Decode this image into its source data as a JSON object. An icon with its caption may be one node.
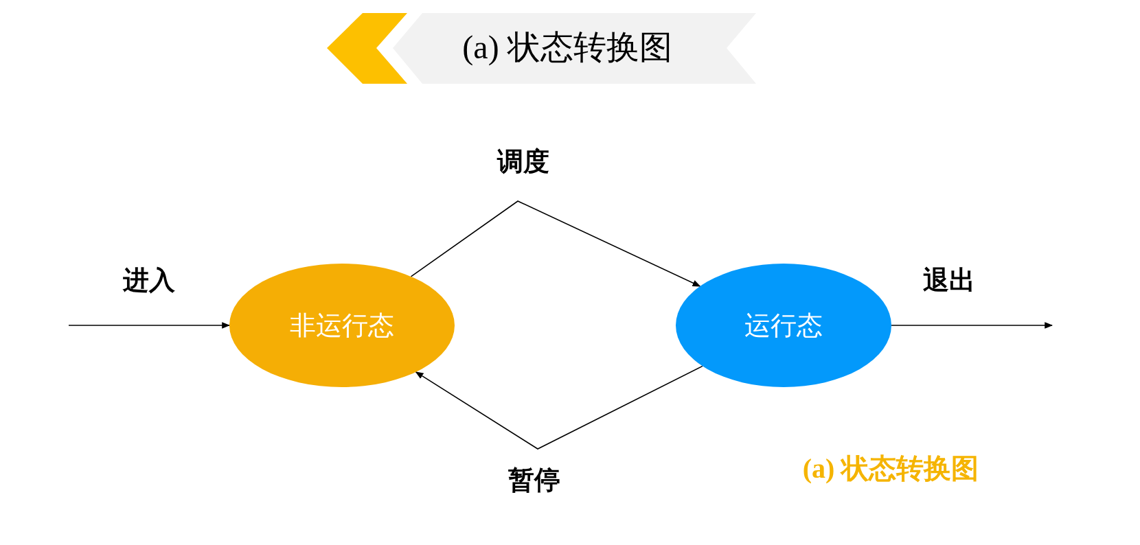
{
  "diagram": {
    "title": "(a) 状态转换图",
    "caption": "(a) 状态转换图",
    "nodes": [
      {
        "text": [
          "非运行态"
        ]
      },
      {
        "text": [
          "运行态"
        ]
      }
    ],
    "edges": [
      {
        "from": null,
        "to": 0,
        "arrow": "to",
        "label": "进入"
      },
      {
        "from": 0,
        "to": 1,
        "arrow": "to",
        "label": "调度"
      },
      {
        "from": 1,
        "to": 0,
        "arrow": "to",
        "label": "暂停"
      },
      {
        "from": 1,
        "to": null,
        "arrow": "to",
        "label": "退出"
      }
    ]
  }
}
